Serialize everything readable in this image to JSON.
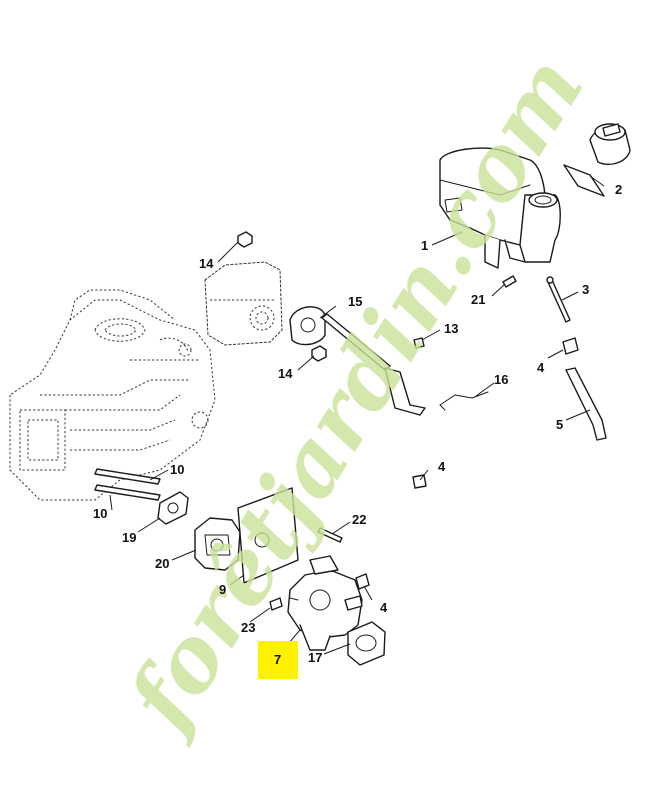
{
  "diagram": {
    "watermark_text": "forêtjardin.com",
    "highlight_color": "#fff200",
    "watermark_colors": [
      "#c9e29a",
      "#f2a94a"
    ],
    "callouts": {
      "c1": "1",
      "c2": "2",
      "c3": "3",
      "c4a": "4",
      "c4b": "4",
      "c4c": "4",
      "c5": "5",
      "c7": "7",
      "c9": "9",
      "c10a": "10",
      "c10b": "10",
      "c13": "13",
      "c14a": "14",
      "c14b": "14",
      "c15": "15",
      "c16": "16",
      "c17": "17",
      "c19": "19",
      "c20": "20",
      "c21": "21",
      "c22": "22",
      "c23": "23"
    },
    "highlighted_part": "7"
  }
}
